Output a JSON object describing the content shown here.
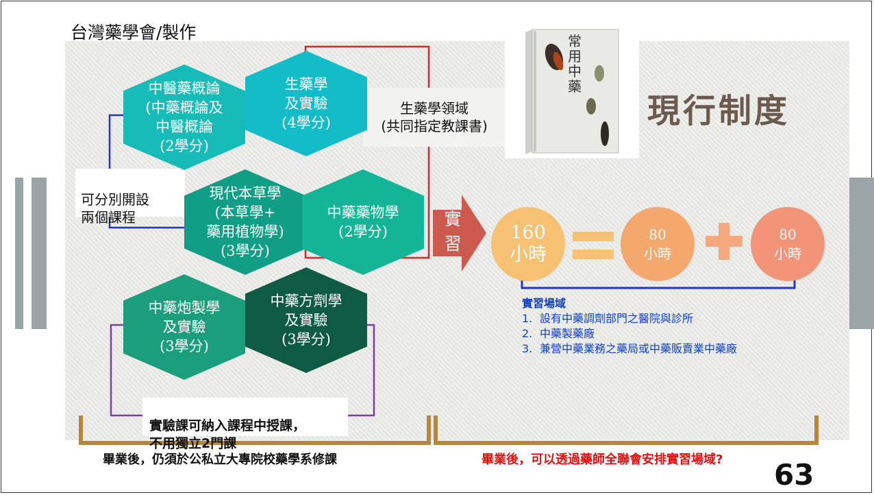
{
  "maker": "台灣藥學會/製作",
  "title": "現行制度",
  "hexagons": [
    {
      "id": "intro",
      "text": "中醫藥概論\n(中藥概論及\n中醫概論\n(2學分)",
      "color": "#17bbb8"
    },
    {
      "id": "pharmacognosy",
      "text": "生藥學\n及實驗\n(4學分)",
      "color": "#12bdc9"
    },
    {
      "id": "herbology",
      "text": "現代本草學\n(本草學+\n藥用植物學)\n(3學分)",
      "color": "#119e86"
    },
    {
      "id": "pharmacology",
      "text": "中藥藥物學\n(2學分)",
      "color": "#13b596"
    },
    {
      "id": "processing",
      "text": "中藥炮製學\n及實驗\n(3學分)",
      "color": "#1a9e7c"
    },
    {
      "id": "formula",
      "text": "中藥方劑學\n及實驗\n(3學分)",
      "color": "#0f5a45"
    }
  ],
  "notes": {
    "separate_courses": "可分別開設\n兩個課程",
    "pharmacognosy_field": "生藥學領域\n(共同指定教課書)",
    "lab_courses": "實驗課可納入課程中授課，\n不用獨立2門課"
  },
  "internship": {
    "arrow_label": "實\n習",
    "total": {
      "num": "160",
      "unit": "小時"
    },
    "equals_sign": "=",
    "part1": {
      "num": "80",
      "unit": "小時"
    },
    "plus_sign": "+",
    "part2": {
      "num": "80",
      "unit": "小時"
    },
    "sites_heading": "實習場域",
    "sites": [
      {
        "n": "1.",
        "text": "設有中藥調劑部門之醫院與診所"
      },
      {
        "n": "2.",
        "text": "中藥製藥廠"
      },
      {
        "n": "3.",
        "text": "兼營中藥業務之藥局或中藥販賣業中藥廠"
      }
    ]
  },
  "footer": {
    "left": "畢業後，仍須於公私立大專院校藥學系修課",
    "right": "畢業後，可以透過藥師全聯會安排實習場域?"
  },
  "book": {
    "title": "常用中藥"
  },
  "page_number": "63",
  "colors": {
    "accent_brown": "#b8863a",
    "blue_line": "#2233cc",
    "red_line": "#d42a2a",
    "purple_line": "#7a3fa0",
    "sites_text": "#1040c8",
    "footer_red": "#e01010"
  }
}
